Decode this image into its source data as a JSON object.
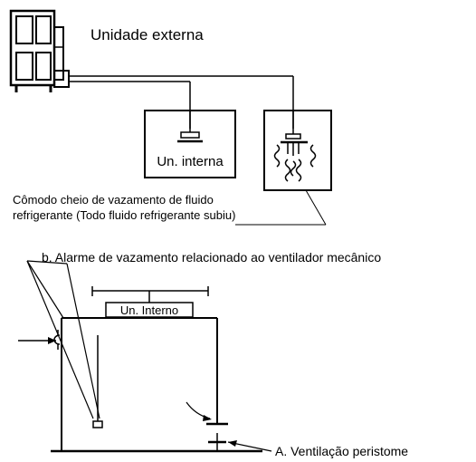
{
  "top": {
    "outdoor_unit_label": "Unidade externa",
    "indoor_unit_label": "Un. interna",
    "room_caption_line1": "Cômodo cheio de vazamento de fluido",
    "room_caption_line2": "refrigerante (Todo fluido refrigerante subiu)"
  },
  "bottom": {
    "alarm_label": "b. Alarme de vazamento relacionado ao ventilador mecânico",
    "indoor_unit_label": "Un. Interno",
    "vent_label": "A. Ventilação peristome"
  }
}
